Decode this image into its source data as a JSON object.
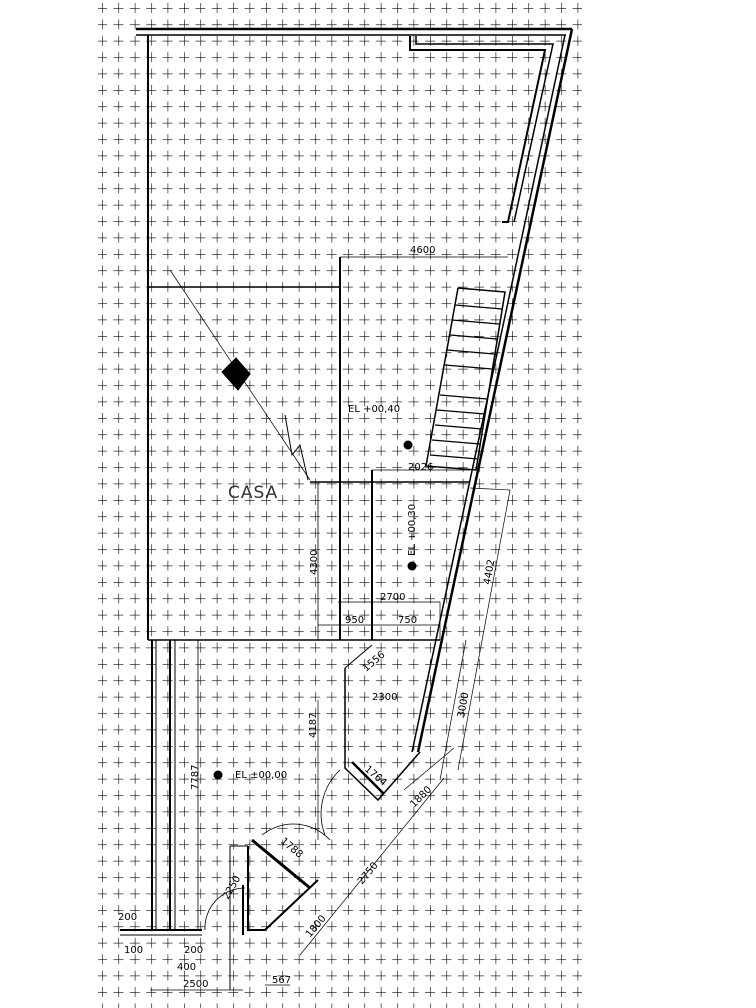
{
  "drawing": {
    "room_label": "CASA",
    "levels": [
      "EL +00,40",
      "EL +00,30",
      "EL ±00,00"
    ],
    "dimensions": {
      "top_width": "4600",
      "stair_width": "2026",
      "room_height": "4300",
      "diag_side": "4402",
      "room_width": "2700",
      "part_a": "950",
      "part_b": "750",
      "ramp_top": "1556",
      "ramp_width": "2300",
      "ramp_side": "3000",
      "court_height": "4187",
      "ramp_end": "1764",
      "diag_a": "1880",
      "left_height": "7787",
      "wall_b": "1788",
      "diag_b": "2750",
      "diag_c": "1800",
      "door_radius": "2250",
      "base_a": "200",
      "base_b": "100",
      "base_c": "200",
      "base_d": "400",
      "base_e": "2500",
      "base_f": "567"
    }
  },
  "colors": {
    "line": "#000000",
    "grid": "#000000",
    "background": "#ffffff"
  }
}
